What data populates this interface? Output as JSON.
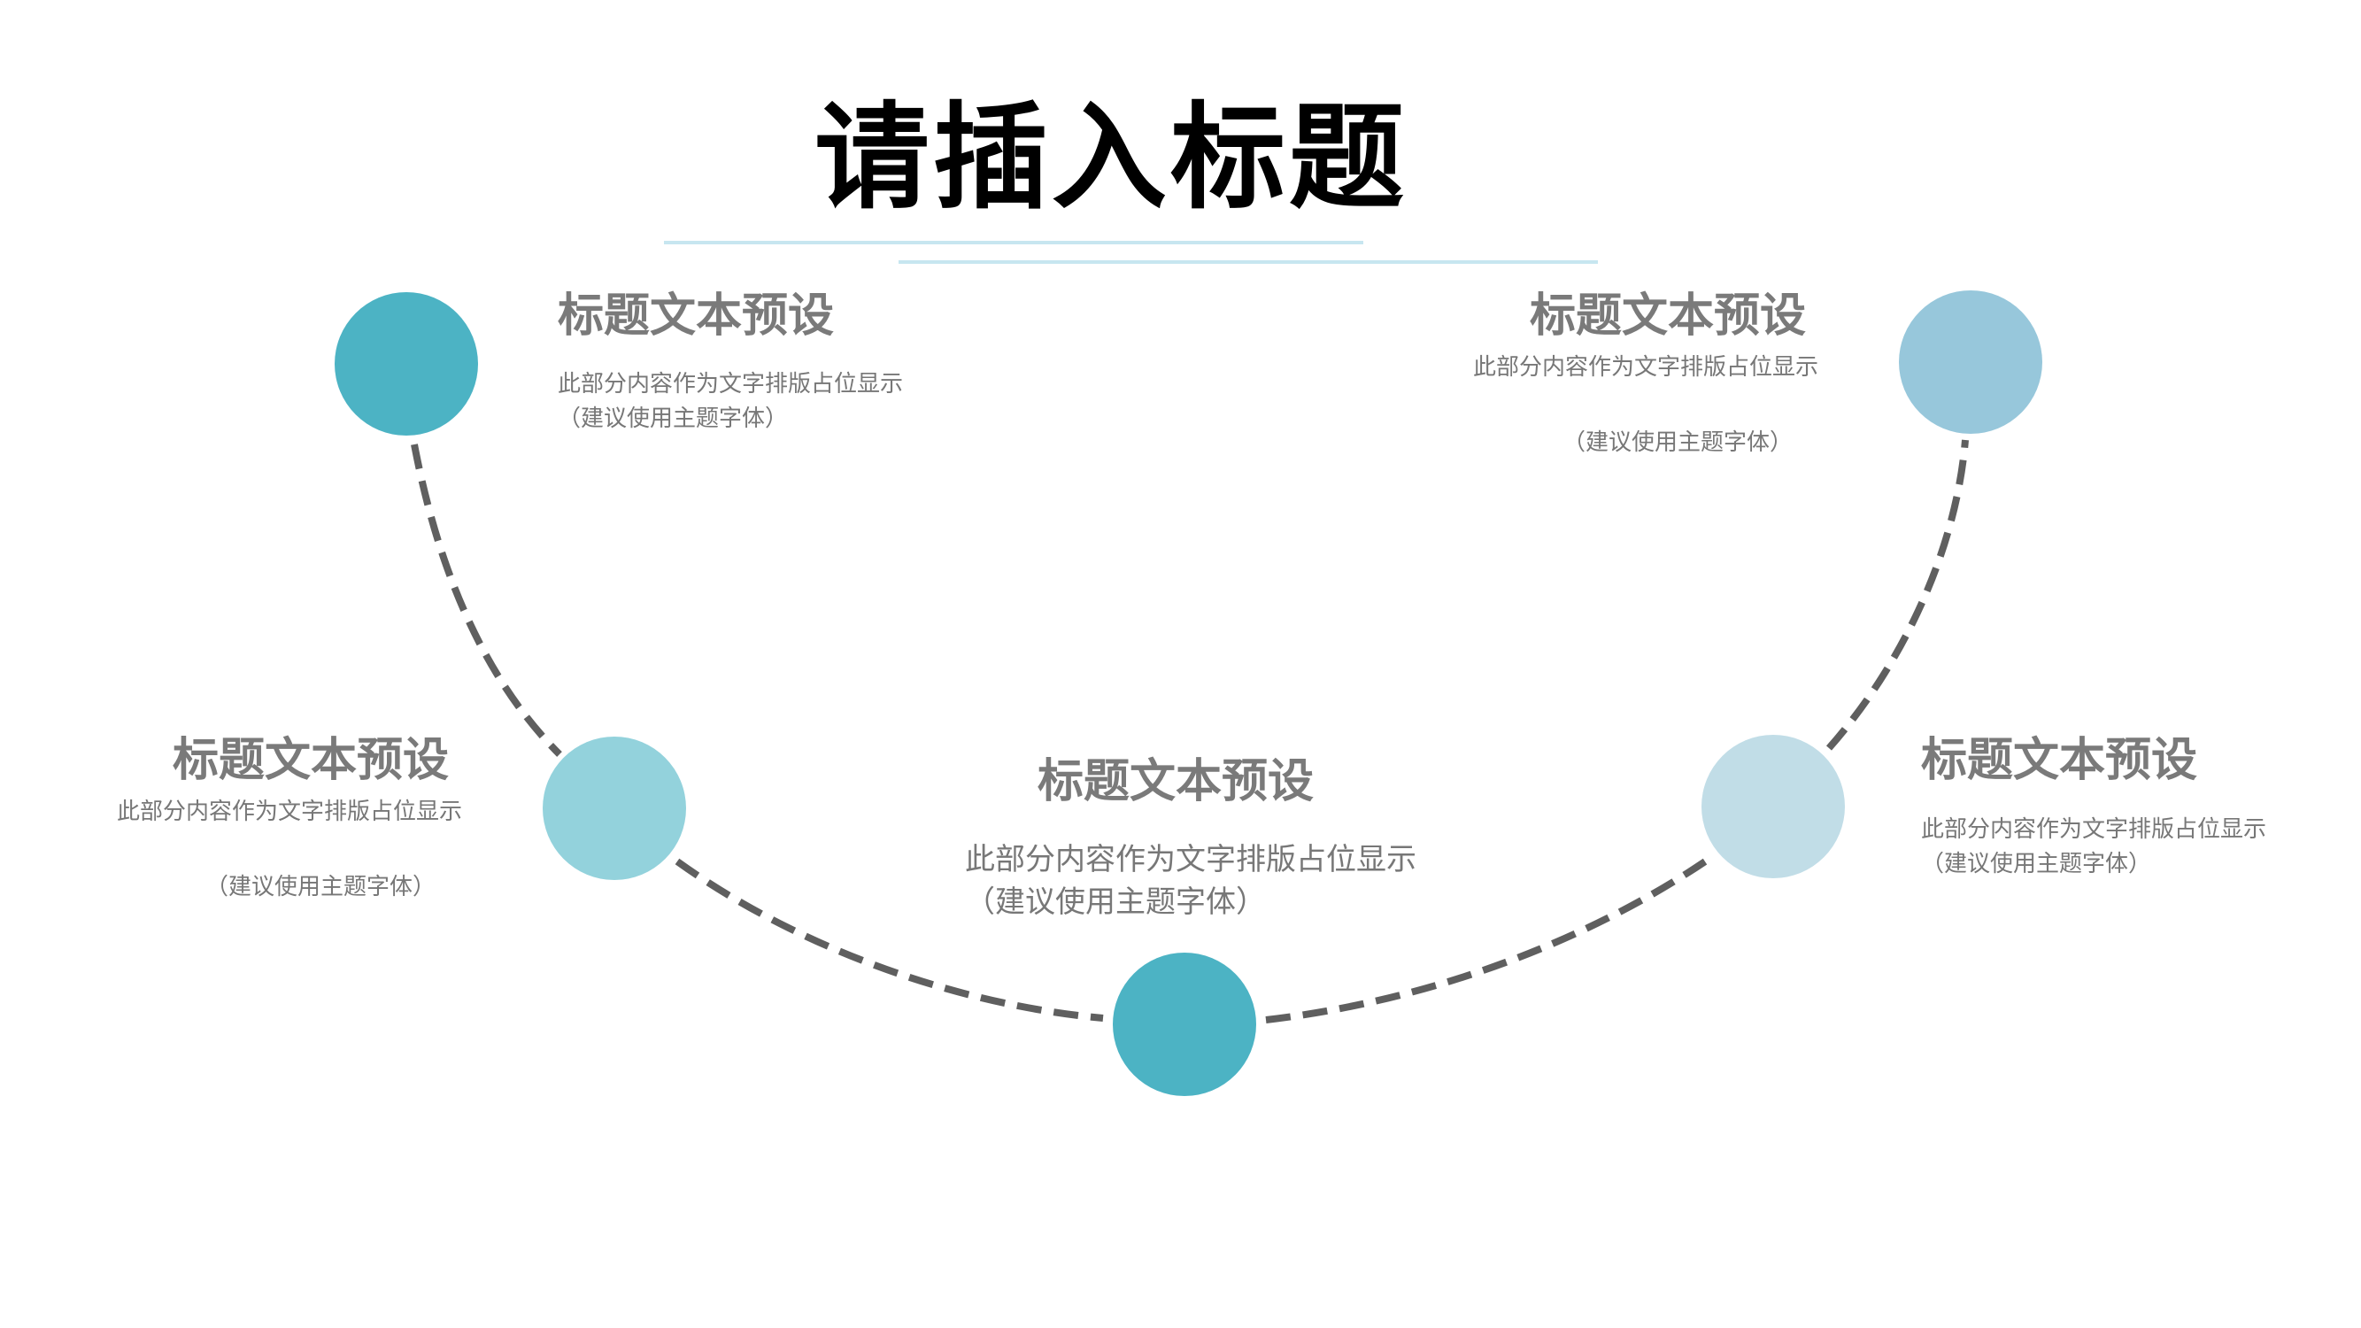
{
  "page": {
    "title": "请插入标题"
  },
  "colors": {
    "rule": "#c7e6f0",
    "connector": "#5f5f5f",
    "text": "#777777",
    "title_text": "#7a7a7a"
  },
  "items": [
    {
      "title": "标题文本预设",
      "desc": "此部分内容作为文字排版占位显示",
      "note": "（建议使用主题字体）",
      "color": "#4cb3c4"
    },
    {
      "title": "标题文本预设",
      "desc": "此部分内容作为文字排版占位显示",
      "note": "（建议使用主题字体）",
      "color": "#93d2dc"
    },
    {
      "title": "标题文本预设",
      "desc": "此部分内容作为文字排版占位显示",
      "note": "（建议使用主题字体）",
      "color": "#4cb3c4"
    },
    {
      "title": "标题文本预设",
      "desc": "此部分内容作为文字排版占位显示",
      "note": "（建议使用主题字体）",
      "color": "#c1dde7"
    },
    {
      "title": "标题文本预设",
      "desc": "此部分内容作为文字排版占位显示",
      "note": "（建议使用主题字体）",
      "color": "#97c7db"
    }
  ]
}
